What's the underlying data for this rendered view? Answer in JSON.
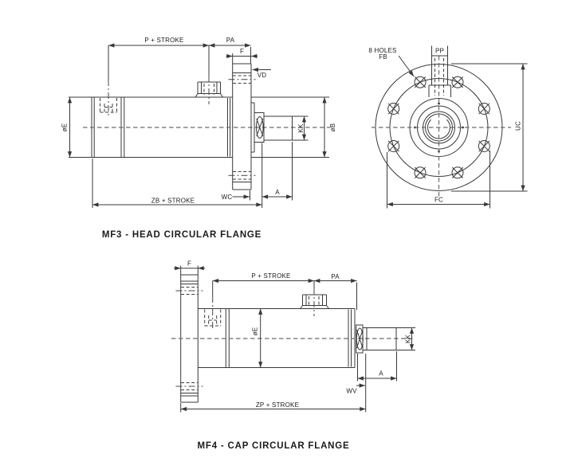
{
  "drawing": {
    "background_color": "#ffffff",
    "line_color": "#383838",
    "text_color": "#1b1b1b"
  },
  "mf3": {
    "title": "MF3 - HEAD CIRCULAR FLANGE",
    "side": {
      "p_stroke": "P + STROKE",
      "pa": "PA",
      "f": "F",
      "vd": "VD",
      "bore": "øE",
      "boss_dia": "øB",
      "thread": "KK",
      "a": "A",
      "wc": "WC",
      "zb_stroke": "ZB + STROKE"
    },
    "front": {
      "holes_count": "8 HOLES",
      "holes_dia": "FB",
      "port": "PP",
      "uc": "UC",
      "fc": "FC"
    }
  },
  "mf4": {
    "title": "MF4 - CAP CIRCULAR FLANGE",
    "side": {
      "f": "F",
      "p_stroke": "P + STROKE",
      "pa": "PA",
      "bore": "øE",
      "thread": "KK",
      "a": "A",
      "wv": "WV",
      "zp_stroke": "ZP + STROKE"
    }
  }
}
